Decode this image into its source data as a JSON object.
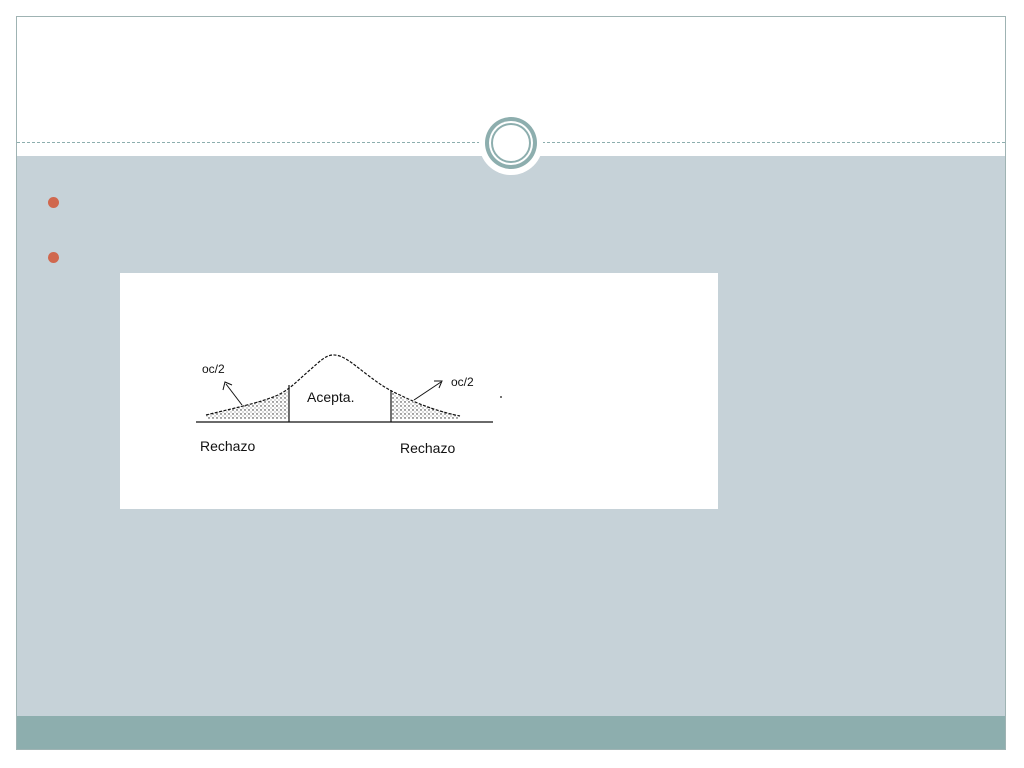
{
  "slide": {
    "title": "",
    "bullets": [
      "",
      ""
    ]
  },
  "figure": {
    "alpha_left": "oc/2",
    "alpha_right": "oc/2",
    "accept_label": "Acepta.",
    "reject_left": "Rechazo",
    "reject_right": "Rechazo"
  },
  "colors": {
    "content_bg": "#c6d2d8",
    "accent_teal": "#8daeae",
    "bullet": "#d0684e"
  }
}
